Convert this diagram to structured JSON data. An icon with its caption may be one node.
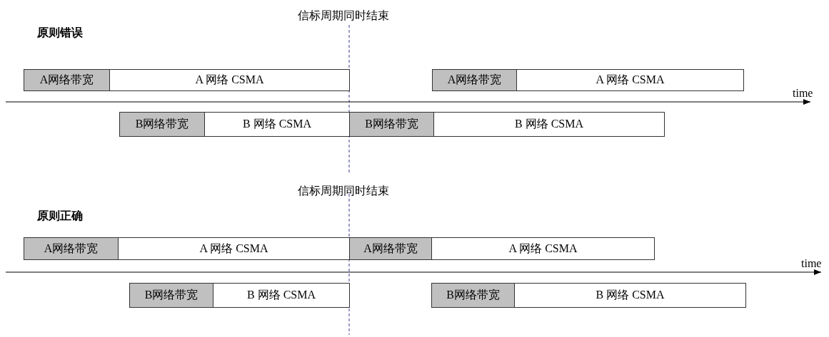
{
  "diagram": {
    "nodes": [
      {
        "text": [
          "A网络带宽"
        ]
      },
      {
        "text": [
          "A 网络 CSMA"
        ]
      },
      {
        "text": [
          "A网络带宽"
        ]
      },
      {
        "text": [
          "A 网络 CSMA"
        ]
      },
      {
        "text": [
          "B网络带宽"
        ]
      },
      {
        "text": [
          "B 网络 CSMA"
        ]
      },
      {
        "text": [
          "B网络带宽"
        ]
      },
      {
        "text": [
          "B 网络 CSMA"
        ]
      },
      {
        "text": [
          "A网络带宽"
        ]
      },
      {
        "text": [
          "A 网络 CSMA"
        ]
      },
      {
        "text": [
          "A网络带宽"
        ]
      },
      {
        "text": [
          "A 网络 CSMA"
        ]
      },
      {
        "text": [
          "B网络带宽"
        ]
      },
      {
        "text": [
          "B 网络 CSMA"
        ]
      },
      {
        "text": [
          "B网络带宽"
        ]
      },
      {
        "text": [
          "B 网络 CSMA"
        ]
      }
    ],
    "labels": [
      "信标周期同时结束",
      "原则错误",
      "time",
      "信标周期同时结束",
      "原则正确",
      "time"
    ]
  }
}
